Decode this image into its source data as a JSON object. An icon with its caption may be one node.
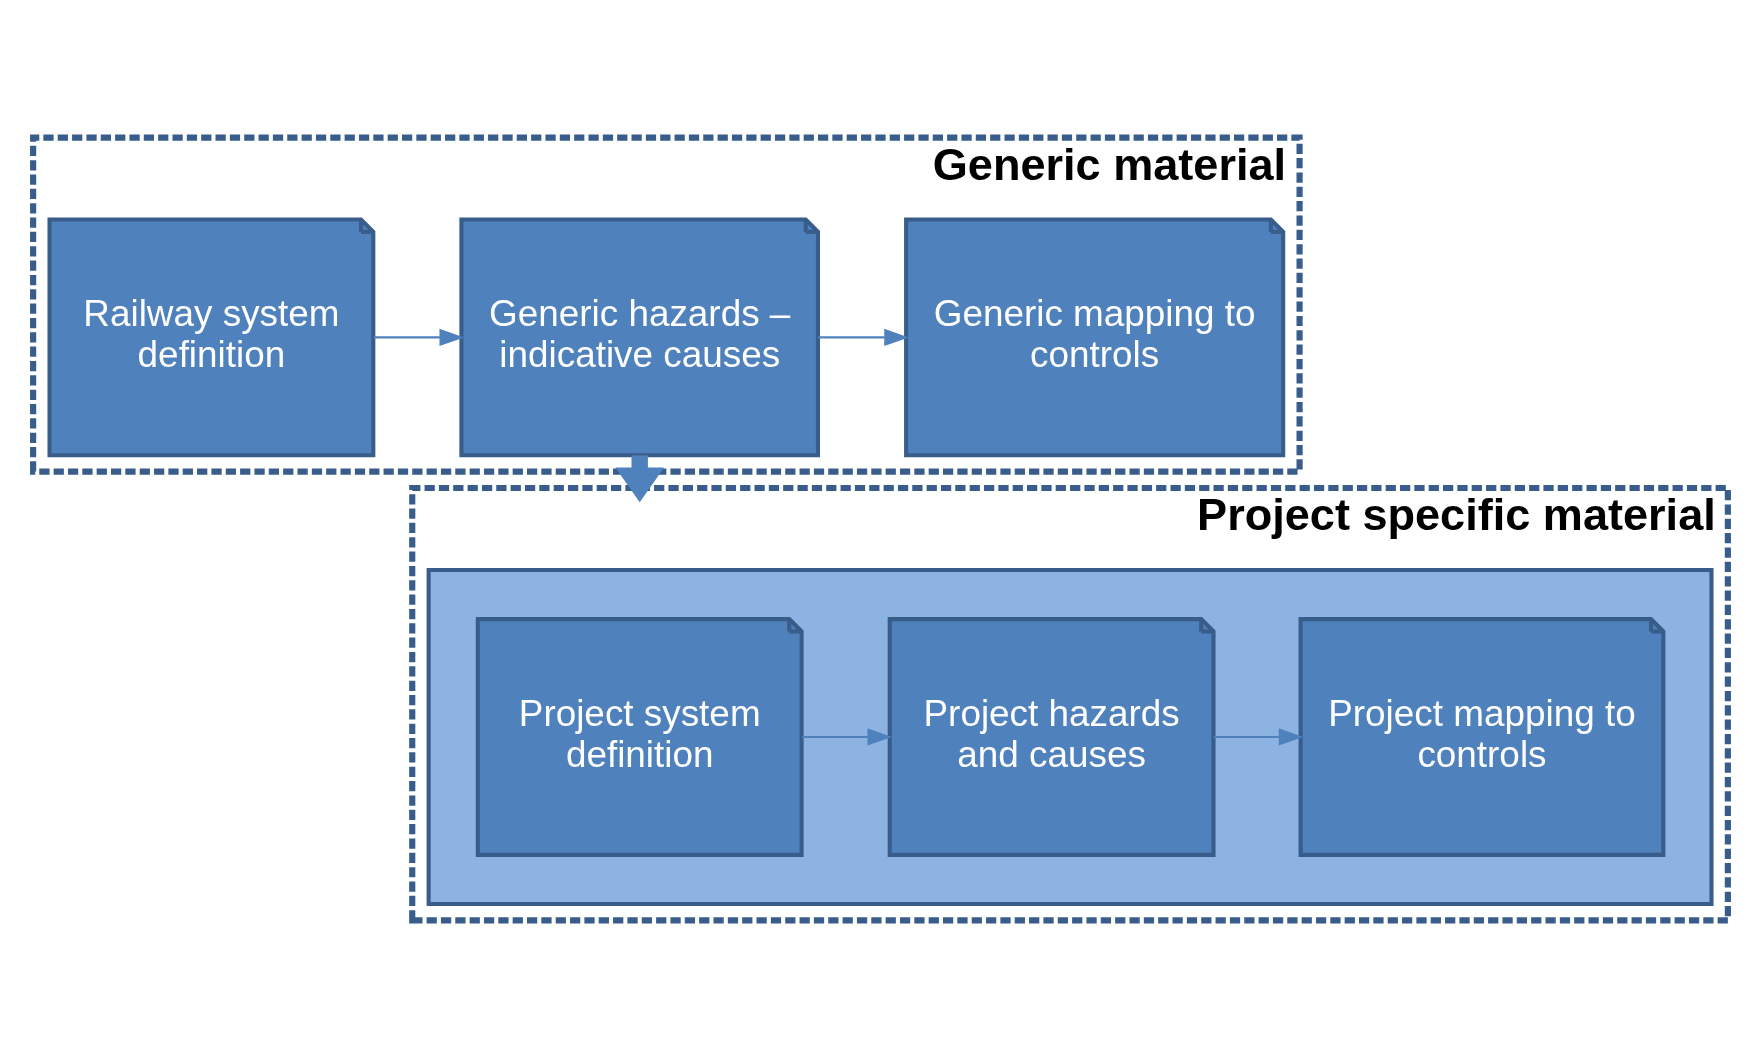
{
  "diagram": {
    "nodes": [
      {
        "text": [
          "Generic material"
        ]
      },
      {
        "text": [
          "Railway system definition"
        ],
        "in": 0
      },
      {
        "text": [
          "Generic hazards – indicative causes"
        ],
        "in": 0
      },
      {
        "text": [
          "Generic mapping to controls"
        ],
        "in": 0
      },
      {
        "text": [
          "Project specific material"
        ]
      },
      {
        "text": [],
        "shape": "document",
        "in": 4
      },
      {
        "text": [
          "Project system definition"
        ],
        "in": 5
      },
      {
        "text": [
          "Project hazards and causes"
        ],
        "in": 5
      },
      {
        "text": [
          "Project mapping to controls"
        ],
        "in": 5
      }
    ],
    "edges": [
      {
        "from": 1,
        "to": 2,
        "arrow": "to"
      },
      {
        "from": 2,
        "to": 3,
        "arrow": "to"
      },
      {
        "from": 2,
        "to": 4,
        "arrow": "to",
        "style": "thick"
      },
      {
        "from": 6,
        "to": 7,
        "arrow": "to"
      },
      {
        "from": 7,
        "to": 8,
        "arrow": "to"
      }
    ]
  }
}
